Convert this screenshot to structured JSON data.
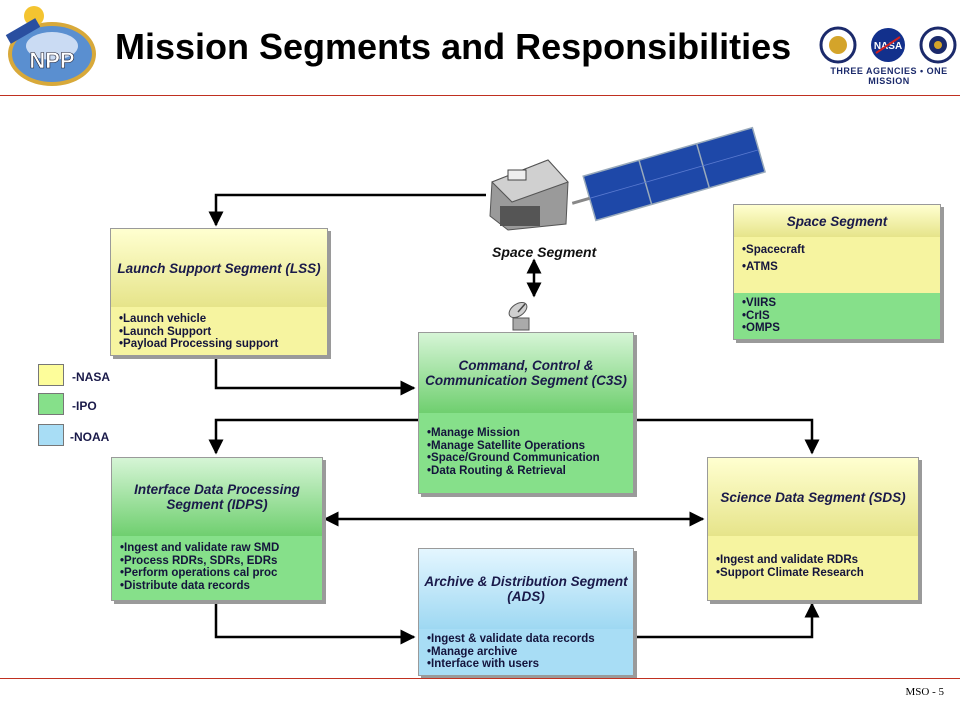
{
  "header": {
    "title": "Mission Segments and Responsibilities",
    "agency_tagline": "THREE AGENCIES • ONE MISSION"
  },
  "legend": [
    {
      "label": "-NASA",
      "color": "#fdfd9a"
    },
    {
      "label": "-IPO",
      "color": "#86e08a"
    },
    {
      "label": "-NOAA",
      "color": "#a8ddf5"
    }
  ],
  "space_label": "Space Segment",
  "segments": {
    "lss": {
      "title": "Launch Support Segment (LSS)",
      "items": [
        "•Launch vehicle",
        "•Launch Support",
        "•Payload Processing support"
      ]
    },
    "space": {
      "title": "Space Segment",
      "items_nasa": [
        "•Spacecraft",
        "•ATMS"
      ],
      "items_ipo": [
        "•VIIRS",
        "•CrIS",
        "•OMPS"
      ]
    },
    "c3s": {
      "title": "Command, Control & Communication Segment (C3S)",
      "items": [
        "•Manage Mission",
        "•Manage Satellite Operations",
        "•Space/Ground Communication",
        "•Data Routing & Retrieval"
      ]
    },
    "idps": {
      "title": "Interface Data Processing Segment (IDPS)",
      "items": [
        "•Ingest and validate raw SMD",
        "•Process RDRs, SDRs, EDRs",
        "•Perform operations cal proc",
        "•Distribute data records"
      ]
    },
    "sds": {
      "title": "Science Data Segment (SDS)",
      "items": [
        "•Ingest and validate RDRs",
        "•Support Climate Research"
      ]
    },
    "ads": {
      "title": "Archive & Distribution Segment (ADS)",
      "items": [
        "•Ingest & validate data records",
        "•Manage archive",
        "•Interface with users"
      ]
    }
  },
  "footer": "MSO - 5"
}
